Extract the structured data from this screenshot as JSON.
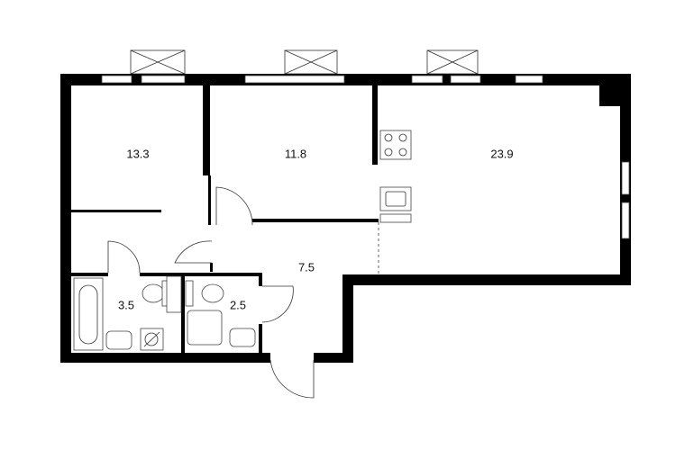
{
  "plan": {
    "rooms": [
      {
        "id": "bedroom-1",
        "area": "13.3"
      },
      {
        "id": "bedroom-2",
        "area": "11.8"
      },
      {
        "id": "living-kitchen",
        "area": "23.9"
      },
      {
        "id": "hallway",
        "area": "7.5"
      },
      {
        "id": "bathroom",
        "area": "3.5"
      },
      {
        "id": "shower-room",
        "area": "2.5"
      }
    ],
    "colors": {
      "wall": "#000000",
      "line": "#333333",
      "background": "#ffffff"
    }
  }
}
